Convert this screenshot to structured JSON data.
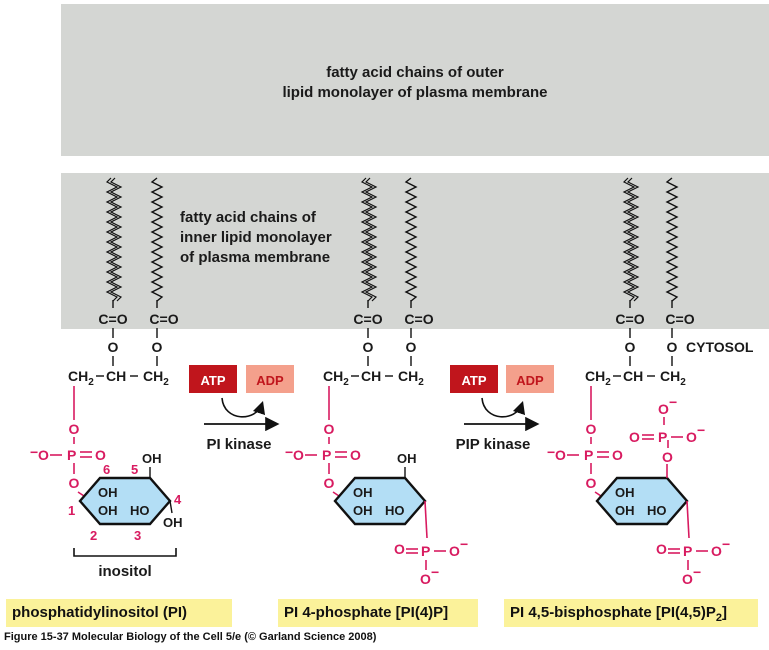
{
  "membrane": {
    "outer_label_1": "fatty acid chains of outer",
    "outer_label_2": "lipid monolayer of plasma membrane",
    "inner_label_1": "fatty acid chains of",
    "inner_label_2": "inner lipid monolayer",
    "inner_label_3": "of plasma membrane",
    "cytosol": "CYTOSOL"
  },
  "reactions": [
    {
      "atp": "ATP",
      "adp": "ADP",
      "enzyme": "PI kinase"
    },
    {
      "atp": "ATP",
      "adp": "ADP",
      "enzyme": "PIP kinase"
    }
  ],
  "chem": {
    "ceo": "C=O",
    "o": "O",
    "ch2": "CH",
    "ch": "CH",
    "sub2": "2",
    "dash": "—",
    "oh": "OH",
    "ho": "HO",
    "p": "P",
    "minus": "−"
  },
  "ring_numbers": [
    "1",
    "2",
    "3",
    "4",
    "5",
    "6"
  ],
  "inositol_label": "inositol",
  "molecule_names": [
    "phosphatidylinositol (PI)",
    "PI 4-phosphate [PI(4)P]",
    "PI 4,5-bisphosphate [PI(4,5)P"
  ],
  "name_subscript": "2",
  "name_suffix": "]",
  "caption": "Figure 15-37  Molecular Biology of the Cell 5/e (© Garland Science 2008)",
  "colors": {
    "membrane": "#d4d6d3",
    "inositol_ring": "#b3def5",
    "phosphate": "#d81b60",
    "atp_box": "#c0151c",
    "adp_box": "#f4a08c",
    "label_box": "#fbf29a"
  }
}
